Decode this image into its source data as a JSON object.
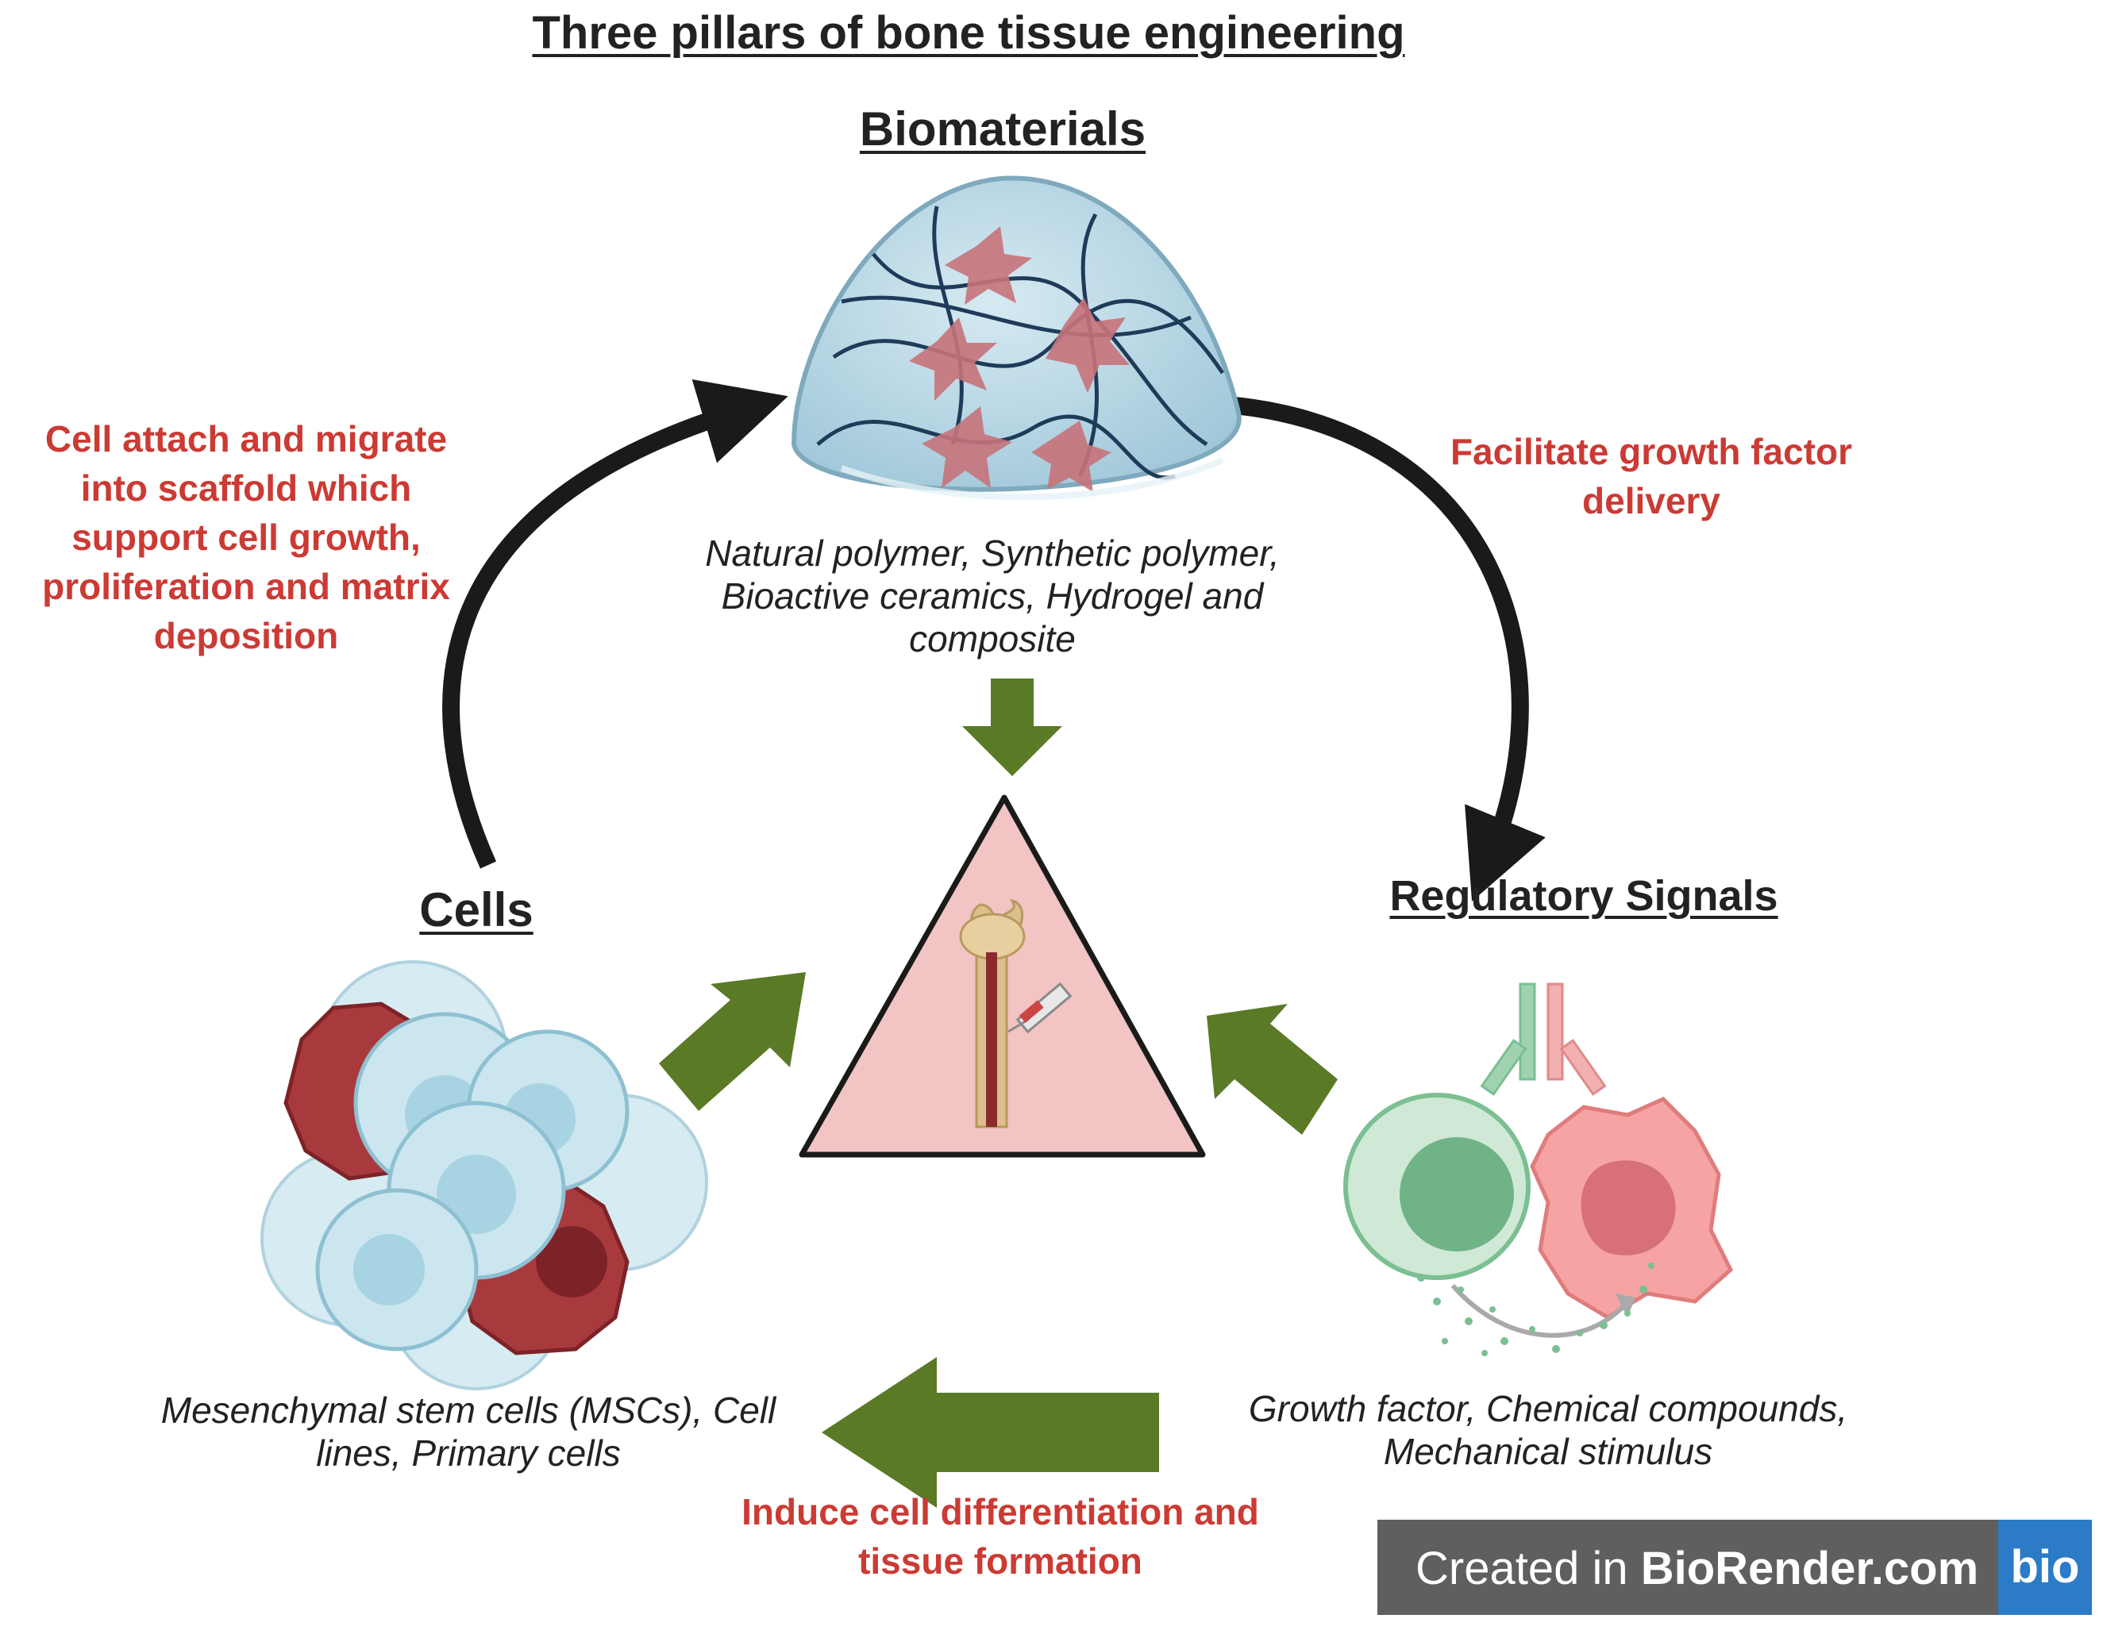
{
  "title": "Three pillars of bone tissue engineering",
  "pillars": {
    "biomaterials": {
      "heading": "Biomaterials",
      "examples": "Natural polymer, Synthetic polymer, Bioactive ceramics, Hydrogel and composite"
    },
    "cells": {
      "heading": "Cells",
      "examples": "Mesenchymal stem cells (MSCs), Cell lines, Primary cells"
    },
    "signals": {
      "heading": "Regulatory Signals",
      "examples": "Growth factor, Chemical compounds, Mechanical stimulus"
    }
  },
  "relations": {
    "cells_to_biomaterials": "Cell attach and migrate into scaffold which support cell growth, proliferation and matrix deposition",
    "biomaterials_to_signals": "Facilitate growth factor delivery",
    "signals_to_cells": "Induce cell differentiation and tissue formation"
  },
  "watermark": {
    "prefix": "Created in ",
    "brand": "BioRender.com",
    "logo": "bio"
  },
  "colors": {
    "relation_text": "#cc3a34",
    "green_arrow": "#5a7a26",
    "cycle_arrow": "#1a1a1a",
    "center_triangle": "#f2c4c4",
    "scaffold": "#b9d6e3",
    "stem_cell": "#c9e5ef",
    "red_cell": "#a83a3e",
    "signal_green": "#7bbf92",
    "signal_pink": "#f08c8c"
  },
  "icons": [
    "hydrogel-scaffold-icon",
    "bone-syringe-icon",
    "cell-cluster-icon",
    "cell-signaling-icon"
  ]
}
